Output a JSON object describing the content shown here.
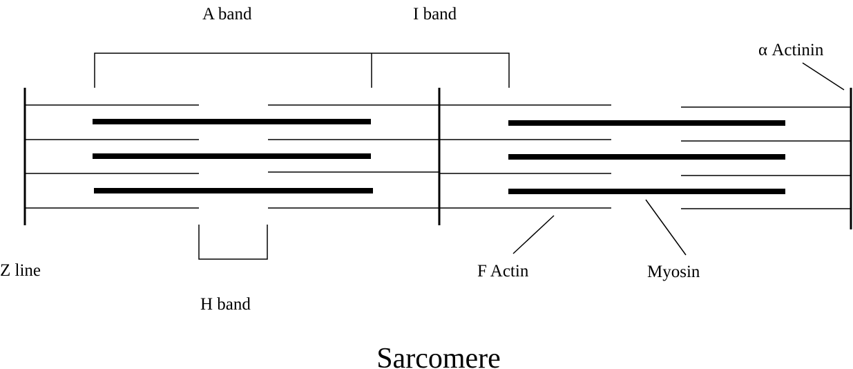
{
  "labels": {
    "a_band": "A band",
    "i_band": "I band",
    "alpha_actinin": "α Actinin",
    "z_line": "Z line",
    "h_band": "H band",
    "f_actin": "F Actin",
    "myosin": "Myosin"
  },
  "title": "Sarcomere"
}
